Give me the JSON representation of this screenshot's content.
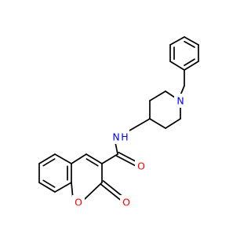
{
  "molecule": {
    "atoms": {
      "nitrogen_amide": "N",
      "hydrogen_amide": "H",
      "nitrogen_piperidine": "N",
      "oxygen_carbonyl": "O",
      "oxygen_ring": "O",
      "oxygen_lactone": "O"
    }
  },
  "colors": {
    "bond": "#000000",
    "nitrogen": "#0000ff",
    "oxygen": "#ff0000",
    "background": "#ffffff"
  }
}
